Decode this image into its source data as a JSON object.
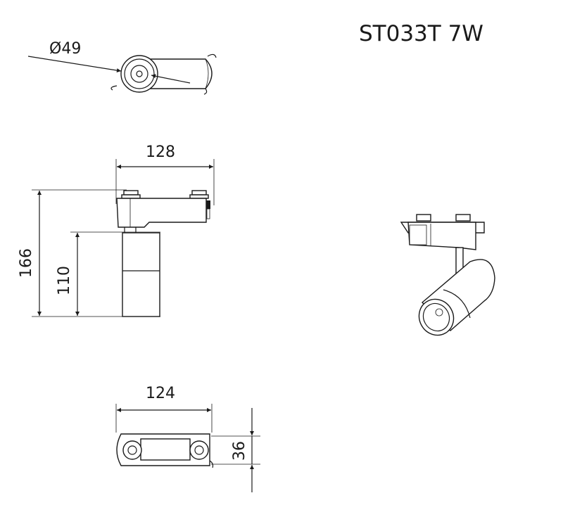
{
  "title": "ST033T 7W",
  "dimensions": {
    "diameter": "Ø49",
    "width_side": "128",
    "height_total": "166",
    "height_head": "110",
    "width_bottom": "124",
    "depth_bottom": "36"
  }
}
